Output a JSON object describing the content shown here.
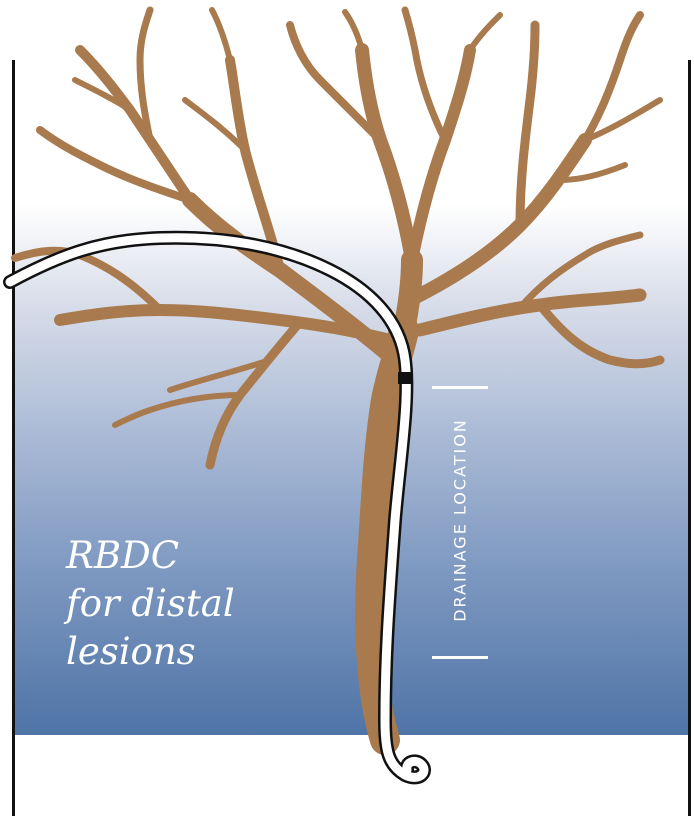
{
  "caption": {
    "line1": "RBDC",
    "line2": "for distal",
    "line3": "lesions"
  },
  "vertical_label": "DRAINAGE LOCATION",
  "colors": {
    "tree": "#a87a4e",
    "background_bottom": "#4f74a6",
    "background_top": "#ffffff",
    "stent": "#ffffff",
    "outline": "#111111"
  }
}
